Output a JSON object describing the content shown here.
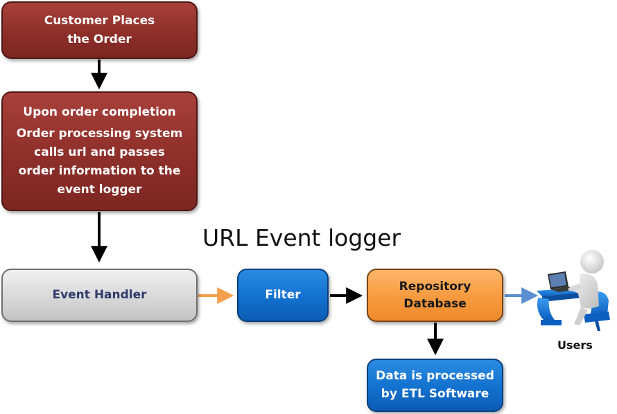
{
  "diagram": {
    "title": "URL Event logger",
    "nodes": {
      "customer_order": {
        "lines": [
          "Customer Places",
          "the Order"
        ]
      },
      "order_completion": {
        "lines": [
          "Upon order completion",
          "Order processing system",
          "calls url and passes",
          "order information to the",
          "event logger"
        ]
      },
      "event_handler": {
        "label": "Event Handler"
      },
      "filter": {
        "label": "Filter"
      },
      "repository_db": {
        "lines": [
          "Repository",
          "Database"
        ]
      },
      "etl": {
        "lines": [
          "Data is processed",
          "by ETL Software"
        ]
      },
      "users": {
        "label": "Users",
        "icon": "users-icon"
      }
    },
    "colors": {
      "red_box": "#8e2f2a",
      "gray_box": "#d6d6d6",
      "blue_box": "#1371cf",
      "orange_box": "#f79a3e",
      "orange_arrow": "#f4a04d",
      "blue_arrow": "#5b8fd0",
      "black_arrow": "#000000"
    }
  }
}
